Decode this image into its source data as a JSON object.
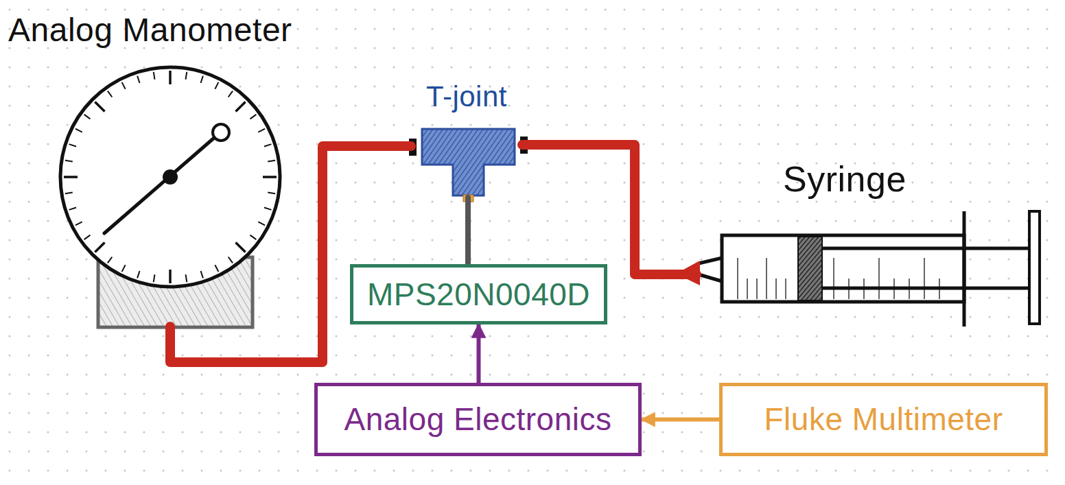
{
  "diagram": {
    "nodes": [
      {
        "text": [
          "Analog Manometer"
        ]
      },
      {
        "text": [
          "T-joint"
        ]
      },
      {
        "text": [
          "Syringe"
        ]
      },
      {
        "text": [
          "MPS20N0040D"
        ]
      },
      {
        "text": [
          "Analog Electronics"
        ]
      },
      {
        "text": [
          "Fluke Multimeter"
        ]
      }
    ],
    "edges": [
      {
        "from": 0,
        "to": 1,
        "arrow": "none"
      },
      {
        "from": 1,
        "to": 2,
        "arrow": "none"
      },
      {
        "from": 1,
        "to": 3,
        "arrow": "none"
      },
      {
        "from": 4,
        "to": 3,
        "arrow": "to"
      },
      {
        "from": 5,
        "to": 4,
        "arrow": "to"
      }
    ]
  }
}
